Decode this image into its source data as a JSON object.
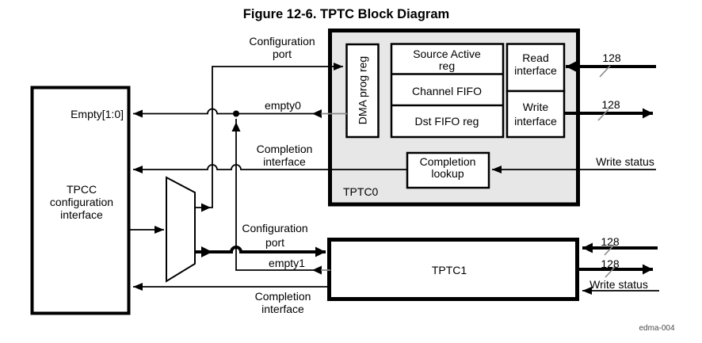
{
  "title": "Figure 12-6. TPTC Block Diagram",
  "footnote": "edma-004",
  "colors": {
    "tptc0_fill": "#e7e7e7",
    "wire_gray": "#8a8a8a"
  },
  "tpcc": {
    "empty_flag": "Empty[1:0]",
    "name1": "TPCC",
    "name2": "configuration",
    "name3": "interface"
  },
  "tptc0": {
    "name": "TPTC0",
    "dma_reg": "DMA prog reg",
    "src_active1": "Source Active",
    "src_active2": "reg",
    "channel_fifo": "Channel FIFO",
    "dst_fifo": "Dst FIFO reg",
    "read1": "Read",
    "read2": "interface",
    "write1": "Write",
    "write2": "interface",
    "lookup1": "Completion",
    "lookup2": "lookup"
  },
  "tptc1": {
    "name": "TPTC1"
  },
  "wires": {
    "config1": "Configuration",
    "config2": "port",
    "empty0": "empty0",
    "empty1": "empty1",
    "completion1": "Completion",
    "completion2": "interface",
    "bus_width": "128",
    "write_status": "Write status"
  }
}
